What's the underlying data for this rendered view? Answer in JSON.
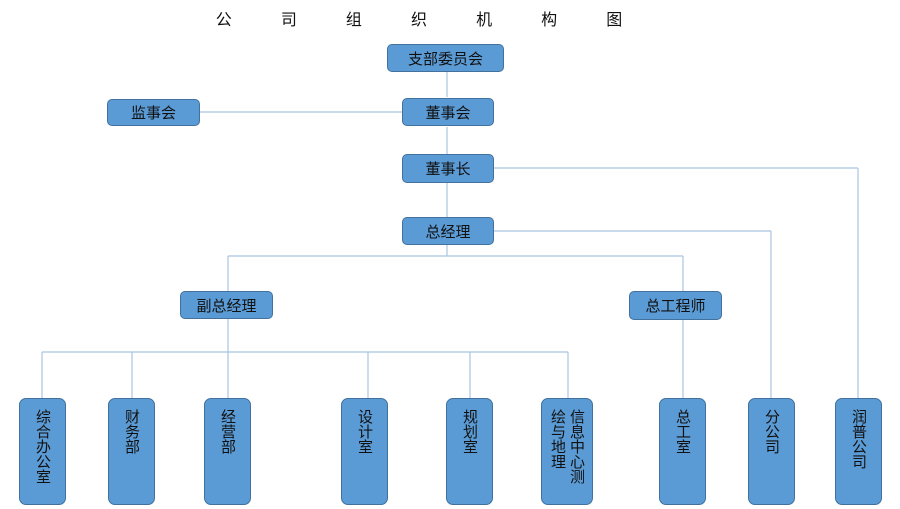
{
  "title": "公 司 组 织 机 构 图",
  "nodes": {
    "branch_committee": "支部委员会",
    "supervisory_board": "监事会",
    "board_of_directors": "董事会",
    "chairman": "董事长",
    "general_manager": "总经理",
    "deputy_gm": "副总经理",
    "chief_engineer": "总工程师",
    "general_office": "综合办公室",
    "finance": "财务部",
    "operations": "经营部",
    "design": "设计室",
    "planning": "规划室",
    "survey_info": "信息中心测绘与地理",
    "chief_engineer_office": "总工室",
    "branch_company": "分公司",
    "runpu_company": "润普公司"
  }
}
